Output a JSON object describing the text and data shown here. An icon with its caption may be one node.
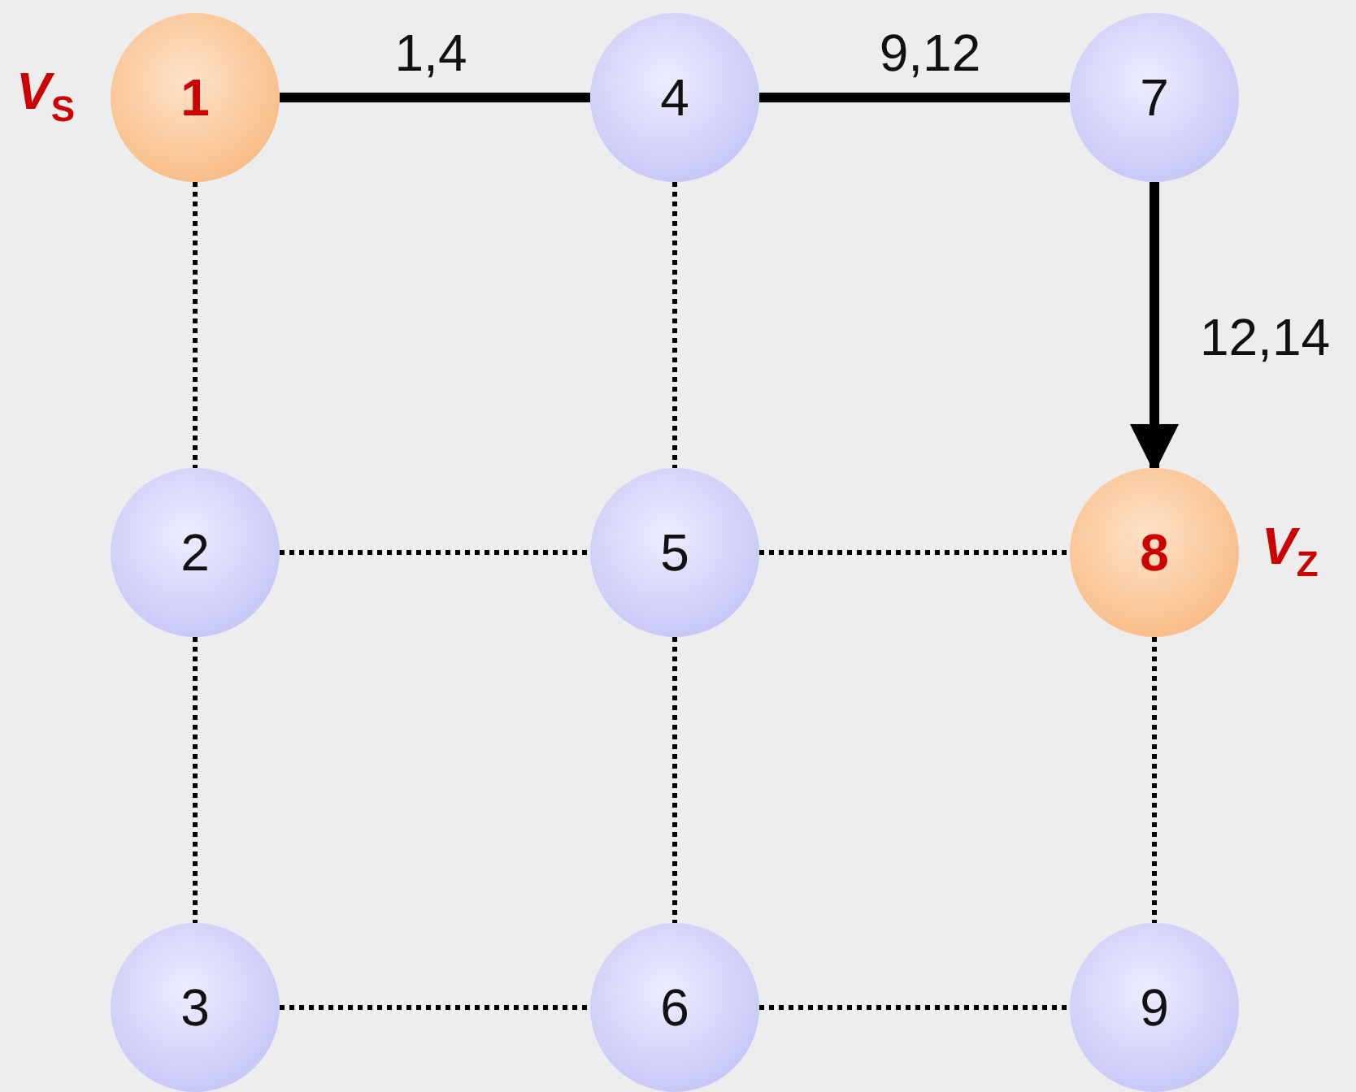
{
  "diagram": {
    "nodes": [
      {
        "text": [
          "1"
        ],
        "beside": [
          "*V*$_{S}$"
        ]
      },
      {
        "text": [
          "4"
        ]
      },
      {
        "text": [
          "7"
        ]
      },
      {
        "text": [
          "2"
        ]
      },
      {
        "text": [
          "5"
        ]
      },
      {
        "text": [
          "8"
        ],
        "beside": [
          "*V*$_{Z}$"
        ]
      },
      {
        "text": [
          "3"
        ]
      },
      {
        "text": [
          "6"
        ]
      },
      {
        "text": [
          "9"
        ]
      }
    ],
    "edges": [
      {
        "from": 0,
        "to": 1,
        "arrow": "none",
        "label": "1,4",
        "style": "thick"
      },
      {
        "from": 1,
        "to": 2,
        "arrow": "none",
        "label": "9,12",
        "style": "thick"
      },
      {
        "from": 2,
        "to": 5,
        "arrow": "to",
        "label": "12,14",
        "style": "thick"
      },
      {
        "from": 0,
        "to": 3,
        "arrow": "none",
        "style": "dashed"
      },
      {
        "from": 3,
        "to": 6,
        "arrow": "none",
        "style": "dashed"
      },
      {
        "from": 1,
        "to": 4,
        "arrow": "none",
        "style": "dashed"
      },
      {
        "from": 4,
        "to": 7,
        "arrow": "none",
        "style": "dashed"
      },
      {
        "from": 5,
        "to": 8,
        "arrow": "none",
        "style": "dashed"
      },
      {
        "from": 3,
        "to": 4,
        "arrow": "none",
        "style": "dashed"
      },
      {
        "from": 4,
        "to": 5,
        "arrow": "none",
        "style": "dashed"
      },
      {
        "from": 6,
        "to": 7,
        "arrow": "none",
        "style": "dashed"
      },
      {
        "from": 7,
        "to": 8,
        "arrow": "none",
        "style": "dashed"
      }
    ]
  }
}
